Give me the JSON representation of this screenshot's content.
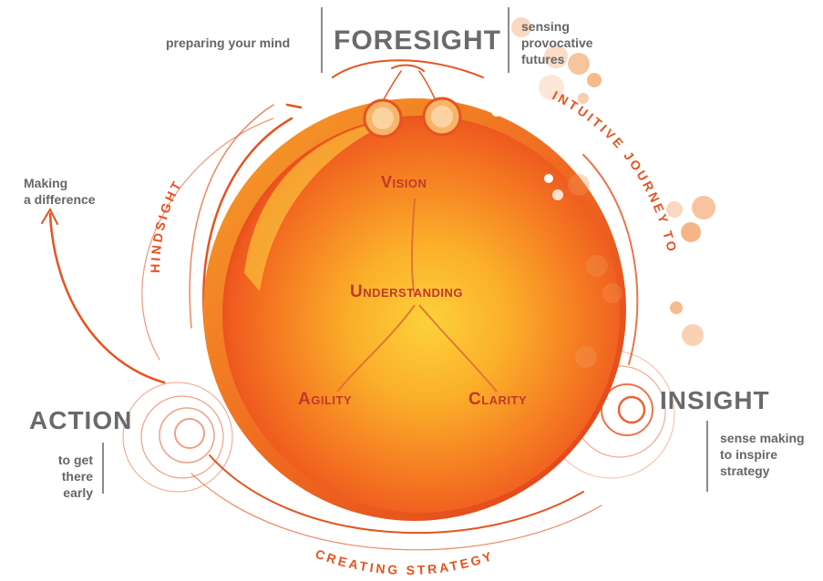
{
  "diagram": {
    "center_label": "Understanding",
    "inner_labels": {
      "top": "Vision",
      "left": "Agility",
      "right": "Clarity"
    },
    "arc_labels": {
      "left": "HINDSIGHT",
      "right": "INTUITIVE JOURNEY TO",
      "bottom": "CREATING STRATEGY"
    },
    "foresight": {
      "title": "FORESIGHT",
      "left_text": "preparing your mind",
      "right_text": [
        "sensing",
        "provocative",
        "futures"
      ]
    },
    "insight": {
      "title": "INSIGHT",
      "text": [
        "sense making",
        "to inspire",
        "strategy"
      ]
    },
    "action": {
      "title": "ACTION",
      "text": [
        "to get",
        "there early"
      ]
    },
    "making": {
      "text": [
        "Making",
        "a difference"
      ]
    },
    "colors": {
      "orb_outer": "#e8431e",
      "orb_mid": "#f47a20",
      "orb_core": "#fbc02d",
      "accent": "#e5531f",
      "bubble": "#f29c5e",
      "text_gray": "#6a6a6a"
    }
  }
}
